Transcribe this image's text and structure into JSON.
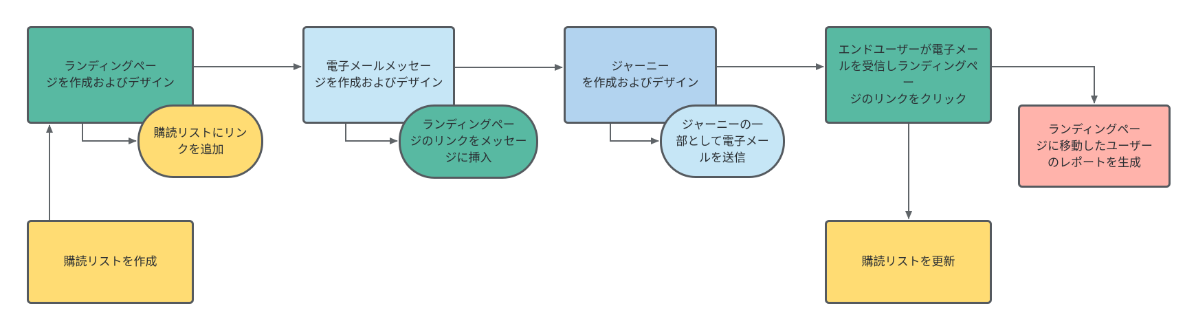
{
  "nodes": {
    "n1": [
      "ランディングペー",
      "ジを作成およびデザイン"
    ],
    "n2": [
      "購読リストにリン",
      "クを追加"
    ],
    "n3": [
      "購読リストを作成"
    ],
    "n4": [
      "電子メールメッセー",
      "ジを作成およびデザイン"
    ],
    "n5": [
      "ランディングペー",
      "ジのリンクをメッセー",
      "ジに挿入"
    ],
    "n6": [
      "ジャーニー",
      "を作成およびデザイン"
    ],
    "n7": [
      "ジャーニーの一",
      "部として電子メー",
      "ルを送信"
    ],
    "n8": [
      "エンドユーザーが電子メー",
      "ルを受信しランディングペー",
      "ジのリンクをクリック"
    ],
    "n9": [
      "購読リストを更新"
    ],
    "n10": [
      "ランディングペー",
      "ジに移動したユーザー",
      "のレポートを生成"
    ]
  },
  "colors": {
    "green": "#58b9a2",
    "light_blue": "#c6e6f6",
    "blue": "#b2d3ef",
    "yellow": "#ffdc73",
    "pink": "#ffb3ab",
    "border": "#555a5f",
    "connector": "#5f6468"
  }
}
